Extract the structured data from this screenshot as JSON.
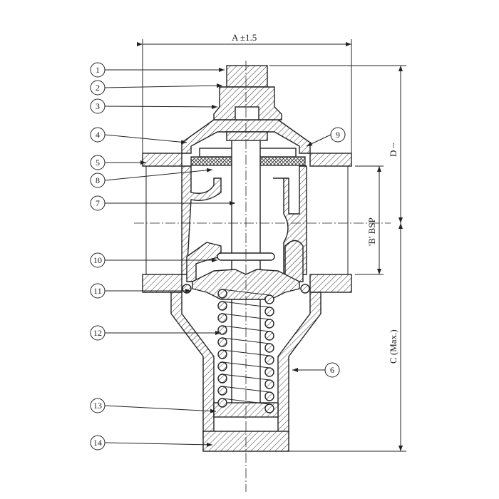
{
  "title": "Pressure reducing valve sectional drawing",
  "dimensions": {
    "a": "A ±1.5",
    "d": "D ~",
    "b": "'B' BSP",
    "c": "C (Max.)"
  },
  "callouts": [
    "1",
    "2",
    "3",
    "4",
    "5",
    "6",
    "7",
    "8",
    "9",
    "10",
    "11",
    "12",
    "13",
    "14"
  ]
}
